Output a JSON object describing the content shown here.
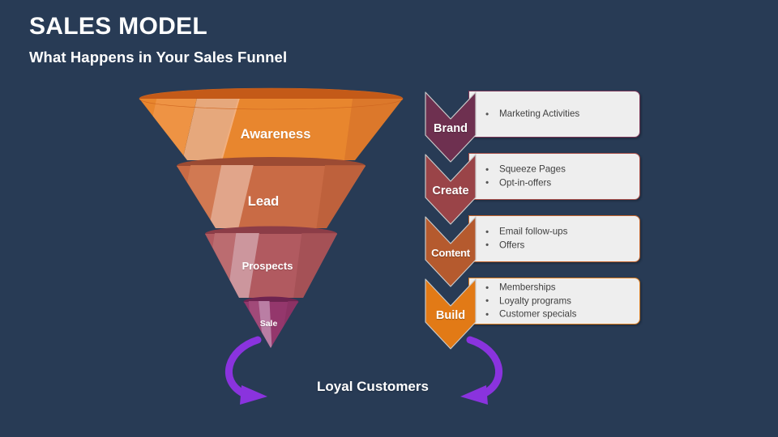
{
  "slide": {
    "title": "SALES MODEL",
    "subtitle": "What Happens in Your Sales Funnel",
    "background_color": "#283B55"
  },
  "funnel": {
    "stages": [
      {
        "label": "Awareness",
        "color": "#E8862E",
        "rim_color": "#C45A18",
        "highlight": "#F0AE7C"
      },
      {
        "label": "Lead",
        "color": "#C96B45",
        "rim_color": "#9C4B33",
        "highlight": "#E0A287"
      },
      {
        "label": "Prospects",
        "color": "#B15A60",
        "rim_color": "#8C3D47",
        "highlight": "#CE98A0"
      },
      {
        "label": "Sale",
        "color": "#94376C",
        "rim_color": "#6E2450",
        "highlight": "#BE86AB"
      }
    ]
  },
  "loyalty_loop": {
    "label": "Loyal Customers",
    "arrow_color": "#8A33DE",
    "left_arrow": "curved-arrow-icon",
    "right_arrow": "curved-arrow-icon"
  },
  "flow": {
    "items": [
      {
        "label": "Brand",
        "chevron_color": "#6E3050",
        "border_color": "#7B3557",
        "bullets": [
          "Marketing Activities"
        ]
      },
      {
        "label": "Create",
        "chevron_color": "#9A4448",
        "border_color": "#A64C46",
        "bullets": [
          "Squeeze Pages",
          "Opt-in-offers"
        ]
      },
      {
        "label": "Content",
        "chevron_color": "#B55A2E",
        "border_color": "#C2632C",
        "bullets": [
          "Email follow-ups",
          "Offers"
        ]
      },
      {
        "label": "Build",
        "chevron_color": "#E27A16",
        "border_color": "#D97B1E",
        "bullets": [
          "Memberships",
          "Loyalty programs",
          "Customer specials"
        ]
      }
    ]
  }
}
